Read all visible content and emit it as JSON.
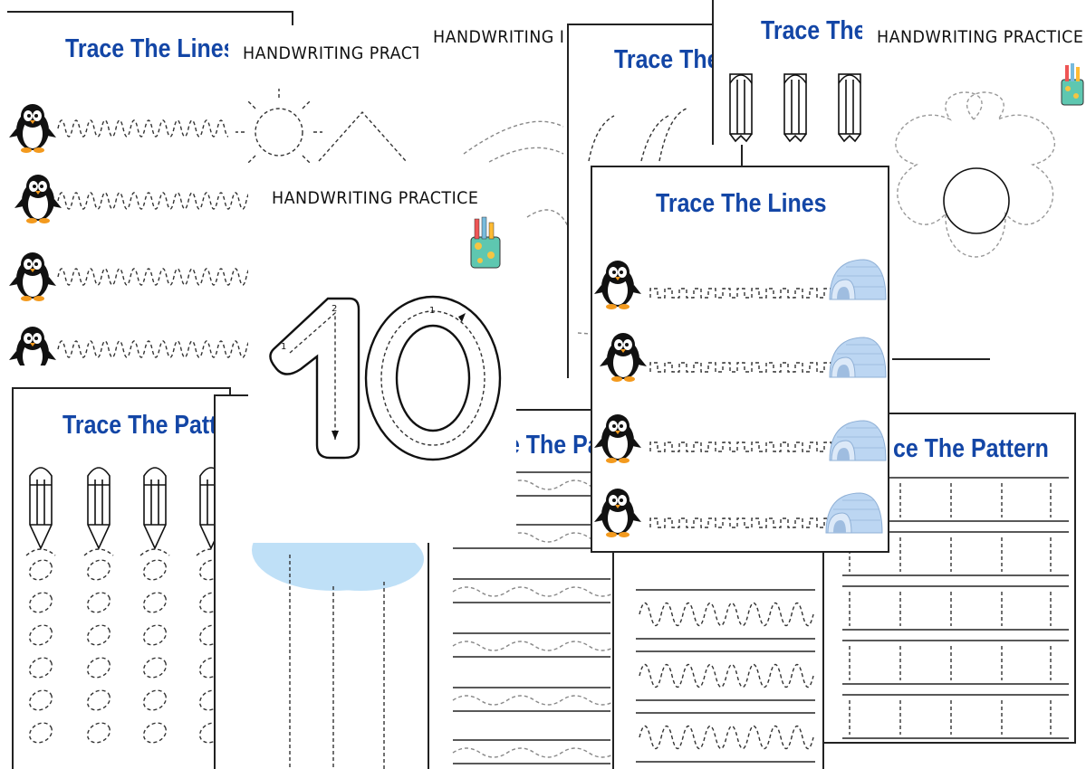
{
  "sheets": {
    "lines_left": {
      "title": "Trace The Lines"
    },
    "hw_top_left": {
      "title": "HANDWRITING PRACT"
    },
    "hw_top_mid": {
      "title": "HANDWRITING I"
    },
    "lines_partial": {
      "title": "Trace The"
    },
    "hw_right_back": {
      "title": "Trace The"
    },
    "hw_flower": {
      "title": "HANDWRITING PRACTICE"
    },
    "hw_number": {
      "title": "HANDWRITING PRACTICE",
      "number": "10",
      "stroke_labels": [
        "1",
        "2",
        "1"
      ]
    },
    "pattern_left": {
      "title": "Trace The Patt"
    },
    "pattern_mid": {
      "title": "e The Pa"
    },
    "lines_front": {
      "title": "Trace The Lines"
    },
    "pattern_right": {
      "title": "ce The Pattern"
    }
  },
  "colors": {
    "title_blue": "#1346a6",
    "igloo": "#bcd6f2",
    "cloud": "#bfe0f7",
    "penguin": "#111111"
  },
  "icons": [
    "penguin-icon",
    "igloo-icon",
    "pencil-icon",
    "sun-icon",
    "pencil-cup-icon",
    "flower-outline",
    "cloud-icon"
  ]
}
